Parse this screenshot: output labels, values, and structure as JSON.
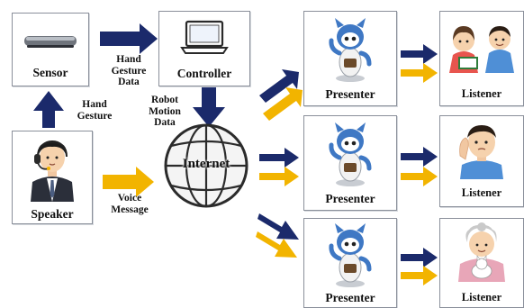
{
  "nodes": {
    "sensor": "Sensor",
    "controller": "Controller",
    "speaker": "Speaker",
    "internet": "Internet",
    "presenter_1": "Presenter",
    "presenter_2": "Presenter",
    "presenter_3": "Presenter",
    "listener_1": "Listener",
    "listener_2": "Listener",
    "listener_3": "Listener"
  },
  "edge_labels": {
    "speaker_to_sensor": [
      "Hand",
      "Gesture"
    ],
    "sensor_to_controller": [
      "Hand",
      "Gesture",
      "Data"
    ],
    "controller_to_internet": [
      "Robot",
      "Motion",
      "Data"
    ],
    "speaker_to_internet": [
      "Voice",
      "Message"
    ]
  },
  "colors": {
    "motion_arrow": "#1b2a6b",
    "voice_arrow": "#f2b400",
    "box_border": "#8a8f9a"
  },
  "icons": {
    "sensor": "motion-sensor-bar-icon",
    "controller": "laptop-icon",
    "speaker": "speaker-with-headset-icon",
    "internet": "globe-icon",
    "presenter": "robot-icon",
    "listener_1": "children-reading-icon",
    "listener_2": "man-listening-icon",
    "listener_3": "grandmother-with-cat-icon"
  }
}
